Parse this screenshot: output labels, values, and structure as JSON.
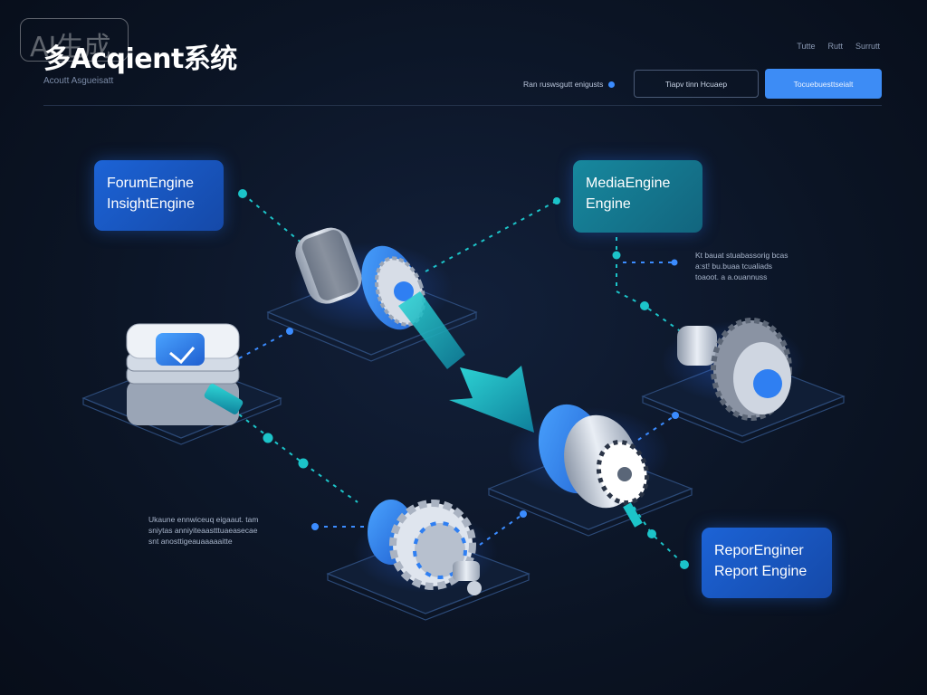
{
  "watermark": "AI生成",
  "header": {
    "title": "多Acqient系统",
    "subtitle": "Acoutt Asgueisatt",
    "top_links": [
      "Tutte",
      "Rutt",
      "Surrutt"
    ],
    "toolbar_label": "Ran ruswsgutt enigusts",
    "outline_button": "Tiapv tinn Hcuaep",
    "primary_button": "Tocuebuesttseialt"
  },
  "engines": {
    "forum": {
      "line1": "ForumEngine",
      "line2": "InsightEngine"
    },
    "media": {
      "line1": "MediaEngine",
      "line2": "Engine"
    },
    "report": {
      "line1": "ReporEnginer",
      "line2": "Report Engine"
    }
  },
  "notes": {
    "right": [
      "Kt bauat stuabassorig bcas",
      "a:st! bu.buaa tcualiads",
      "toaoot. a a.ouannuss"
    ],
    "left": [
      "Ukaune ennwiceuq eigaaut. tam",
      "sniytas anniyiteaastttuaeasecae",
      "snt anosttigeauaaaaaitte"
    ]
  },
  "colors": {
    "background": "#0b1424",
    "blue_accent": "#1c63d6",
    "teal_accent": "#17889e",
    "connector_teal": "#1cc4c9",
    "connector_blue": "#3b8cff"
  },
  "icons": [
    "gear-module-icon",
    "server-stack-icon",
    "arrow-down-icon",
    "check-icon"
  ]
}
